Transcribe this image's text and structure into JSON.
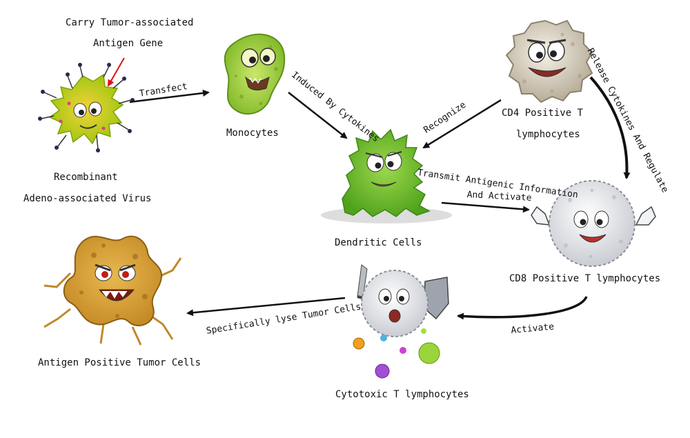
{
  "labels": {
    "carry_line1": "Carry Tumor-associated",
    "carry_line2": "Antigen Gene",
    "virus_line1": "Recombinant",
    "virus_line2": "Adeno-associated Virus",
    "monocytes": "Monocytes",
    "dendritic": "Dendritic Cells",
    "cd4_line1": "CD4 Positive T",
    "cd4_line2": "lymphocytes",
    "cd8": "CD8 Positive T lymphocytes",
    "ctl": "Cytotoxic T lymphocytes",
    "tumor": "Antigen Positive Tumor Cells"
  },
  "edges": {
    "transfect": "Transfect",
    "induced": "Induced By Cytokines",
    "recognize": "Recognize",
    "release": "Release Cytokines And Regulate",
    "transmit_line1": "Transmit Antigenic Information",
    "transmit_line2": "And Activate",
    "activate": "Activate",
    "lyse": "Specifically lyse Tumor Cells"
  },
  "colors": {
    "virus": "#b5d40f",
    "monocyte": "#9ccf3a",
    "dendritic": "#6fbf2a",
    "cd4": "#e8e2d2",
    "cd8": "#eef0f4",
    "ctl": "#eceef2",
    "tumor": "#d9a53a",
    "arrow": "#111111",
    "pointer": "#e01010"
  }
}
